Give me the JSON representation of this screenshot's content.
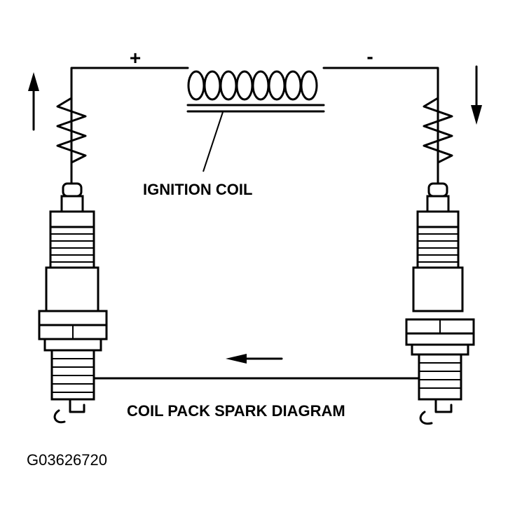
{
  "labels": {
    "plus": "+",
    "minus": "-",
    "ignition_coil": "IGNITION COIL",
    "diagram_title": "COIL PACK SPARK DIAGRAM",
    "figure_id": "G03626720"
  },
  "colors": {
    "ink": "#000000",
    "background": "#ffffff"
  },
  "icons": {
    "left_arrow": "arrow-up-icon",
    "right_arrow": "arrow-down-icon",
    "bottom_arrow": "arrow-left-icon"
  }
}
